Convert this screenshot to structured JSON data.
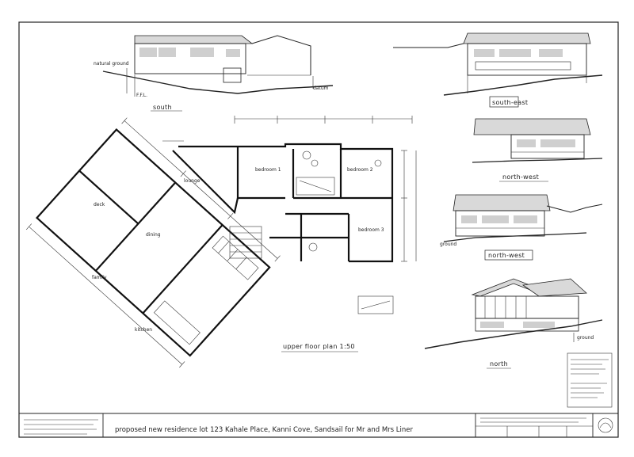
{
  "elevations": {
    "south": "south",
    "south_east": "south-east",
    "north_west_a": "north-west",
    "north_west_b": "north-west",
    "north": "north"
  },
  "plan": {
    "title": "upper floor plan 1:50",
    "rooms": {
      "lounge": "lounge",
      "dining": "dining",
      "deck": "deck",
      "family": "family",
      "kitchen": "kitchen",
      "bedroom_1": "bedroom 1",
      "bedroom_2": "bedroom 2",
      "bedroom_3": "bedroom 3"
    }
  },
  "title_block": {
    "project": "proposed new residence lot 123 Kahale Place, Kanni Cove, Sandsail for Mr and Mrs Liner"
  }
}
